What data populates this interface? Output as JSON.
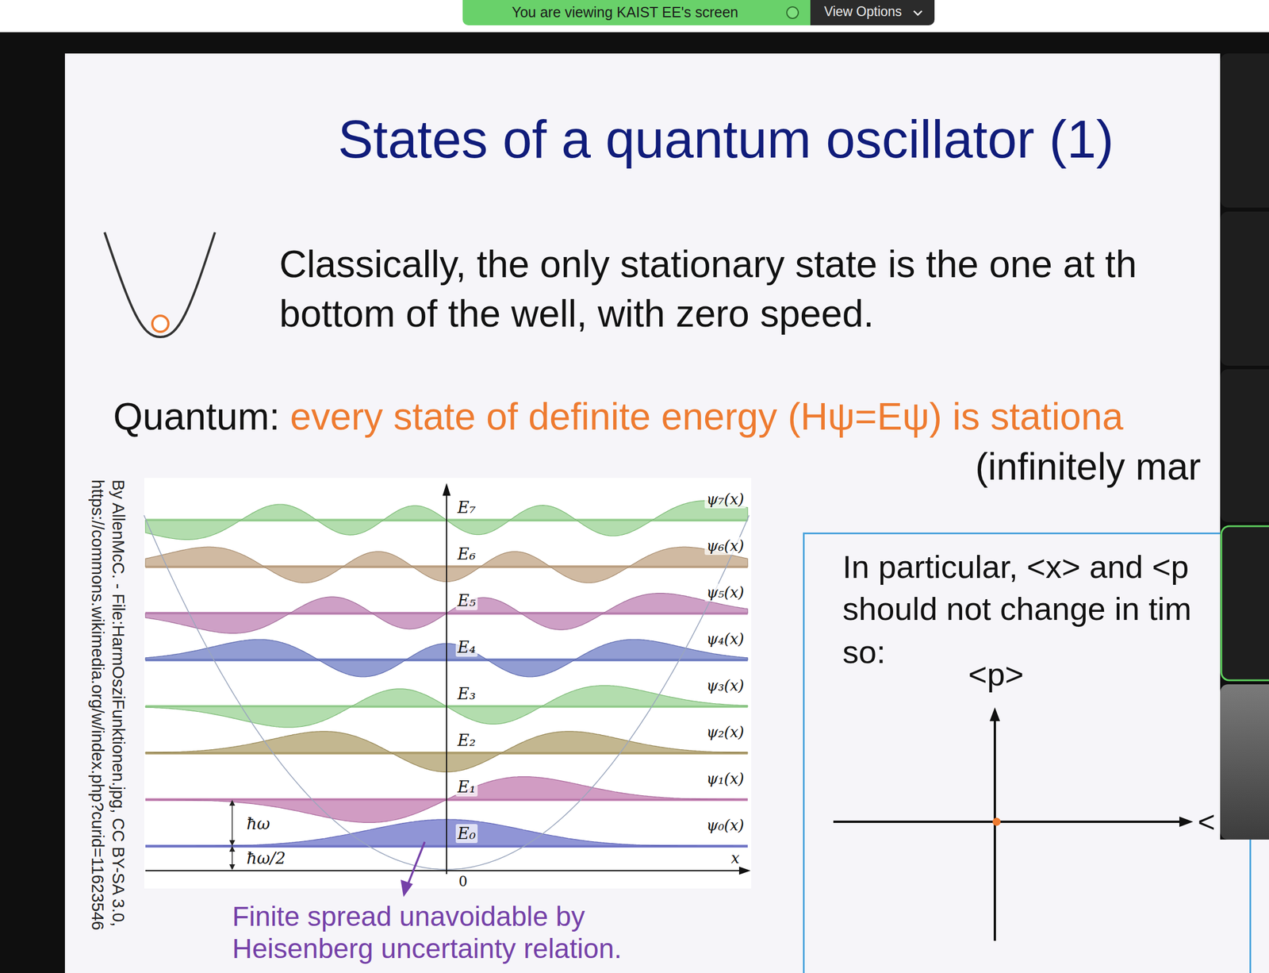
{
  "diagram": {
    "title": "States of a quantum oscillator (1)",
    "nodes": [
      {
        "text": [
          "You are viewing KAIST EE's screen"
        ]
      },
      {
        "text": [
          "View Options"
        ]
      },
      {
        "text": [
          "In particular, <x> and <p",
          "should not change in tim",
          "so:"
        ]
      }
    ],
    "labels": [
      "Classically, the only stationary state is the one at th",
      "bottom of the well, with zero speed.",
      "Quantum:",
      "every state of definite energy (Hψ=Eψ) is stationa",
      "(infinitely mar",
      "E₇",
      "E₆",
      "E₅",
      "E₄",
      "E₃",
      "E₂",
      "E₁",
      "E₀",
      "ψ₇(x)",
      "ψ₆(x)",
      "ψ₅(x)",
      "ψ₄(x)",
      "ψ₃(x)",
      "ψ₂(x)",
      "ψ₁(x)",
      "ψ₀(x)",
      "ħω",
      "ħω/2",
      "x",
      "0",
      "By AllenMcC. - File:HarmOsziFunktionen.jpg, CC BY-SA 3.0,",
      "https://commons.wikimedia.org/w/index.php?curid=11623546",
      "Finite spread unavoidable by",
      "Heisenberg uncertainty relation.",
      "<p>",
      "<"
    ]
  }
}
